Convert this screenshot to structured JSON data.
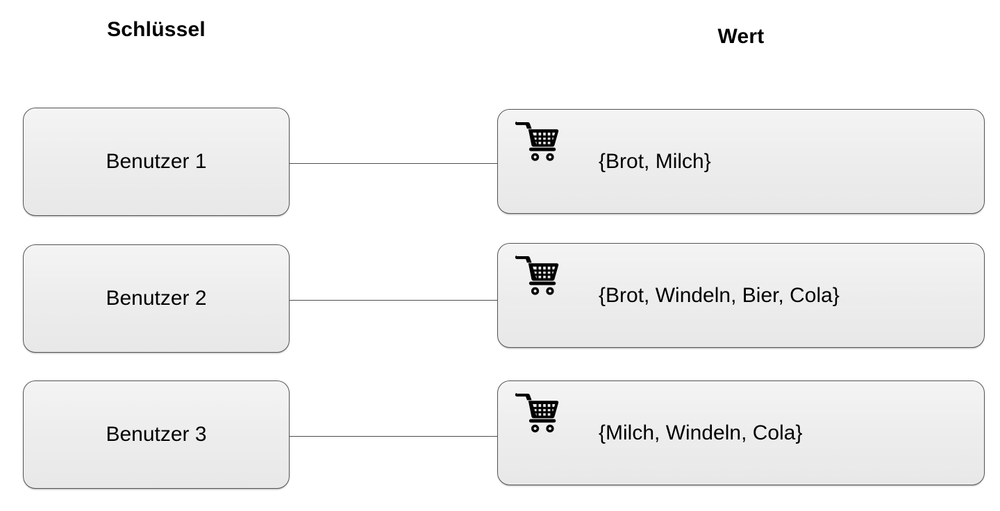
{
  "diagram": {
    "type": "key-value-mapping",
    "background_color": "#ffffff",
    "node_fill_color": "#ededed",
    "node_border_color": "#535353",
    "connector_color": "#4d4d4d",
    "text_color": "#000000",
    "headers": {
      "key": "Schlüssel",
      "value": "Wert"
    },
    "rows": [
      {
        "key": "Benutzer 1",
        "value": "{Brot, Milch}",
        "icon": "shopping-cart-icon"
      },
      {
        "key": "Benutzer 2",
        "value": "{Brot, Windeln, Bier, Cola}",
        "icon": "shopping-cart-icon"
      },
      {
        "key": "Benutzer 3",
        "value": "{Milch, Windeln, Cola}",
        "icon": "shopping-cart-icon"
      }
    ]
  }
}
